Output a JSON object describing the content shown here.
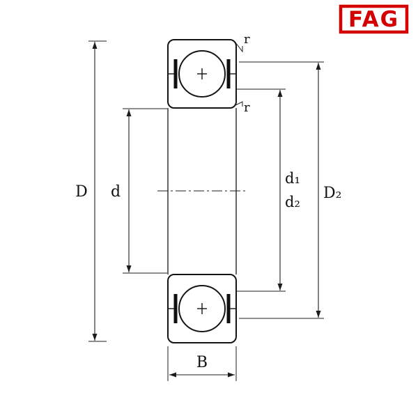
{
  "logo": {
    "text": "FAG",
    "color": "#d40000"
  },
  "dimensions": {
    "outer_diameter": "D",
    "bore_diameter": "d",
    "seal_seat_d1": "d₁",
    "seal_seat_d2": "d₂",
    "shoulder_D2": "D₂",
    "width": "B",
    "corner_radius_outer": "r",
    "corner_radius_inner": "r"
  },
  "colors": {
    "line": "#1c1c1c",
    "logo_red": "#d40000",
    "background": "#ffffff"
  }
}
